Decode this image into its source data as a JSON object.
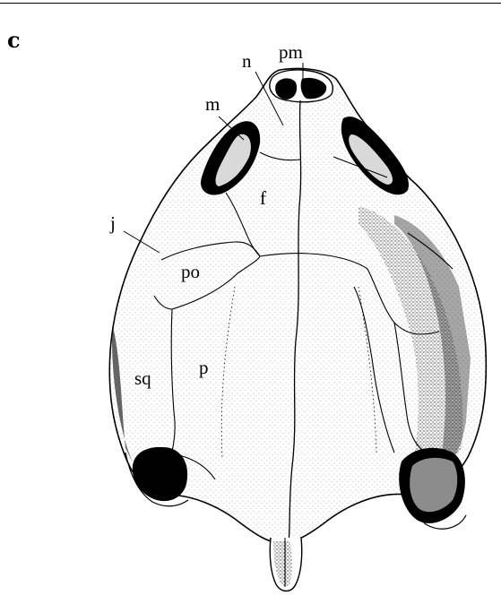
{
  "figure": {
    "panel_label": "c",
    "labels": {
      "pm": "pm",
      "n": "n",
      "m": "m",
      "f": "f",
      "j": "j",
      "po": "po",
      "sq": "sq",
      "p": "p"
    }
  }
}
